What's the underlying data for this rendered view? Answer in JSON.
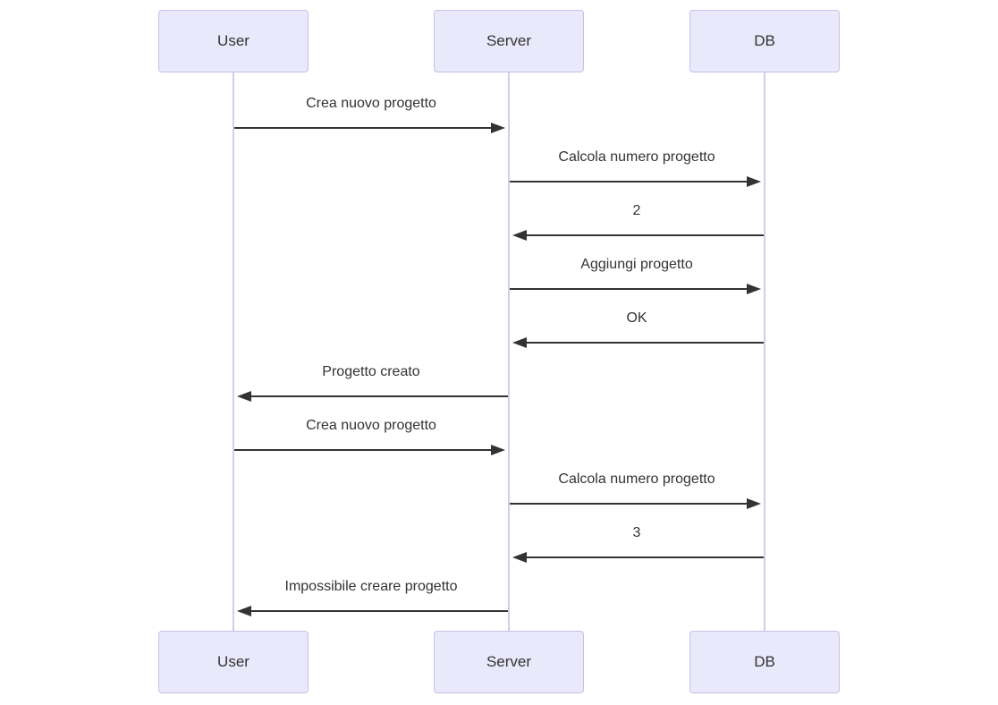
{
  "diagram": {
    "type": "sequence",
    "colors": {
      "background": "#ffffff",
      "actor_fill": "#e9e9fb",
      "actor_border": "#c5c2ea",
      "lifeline": "#d2cdee",
      "arrow": "#333333",
      "text": "#333333"
    },
    "actors": [
      {
        "id": "user",
        "label": "User"
      },
      {
        "id": "server",
        "label": "Server"
      },
      {
        "id": "db",
        "label": "DB"
      }
    ],
    "messages": [
      {
        "from": "user",
        "to": "server",
        "label": "Crea nuovo progetto"
      },
      {
        "from": "server",
        "to": "db",
        "label": "Calcola numero progetto"
      },
      {
        "from": "db",
        "to": "server",
        "label": "2"
      },
      {
        "from": "server",
        "to": "db",
        "label": "Aggiungi progetto"
      },
      {
        "from": "db",
        "to": "server",
        "label": "OK"
      },
      {
        "from": "server",
        "to": "user",
        "label": "Progetto creato"
      },
      {
        "from": "user",
        "to": "server",
        "label": "Crea nuovo progetto"
      },
      {
        "from": "server",
        "to": "db",
        "label": "Calcola numero progetto"
      },
      {
        "from": "db",
        "to": "server",
        "label": "3"
      },
      {
        "from": "server",
        "to": "user",
        "label": "Impossibile creare progetto"
      }
    ]
  }
}
